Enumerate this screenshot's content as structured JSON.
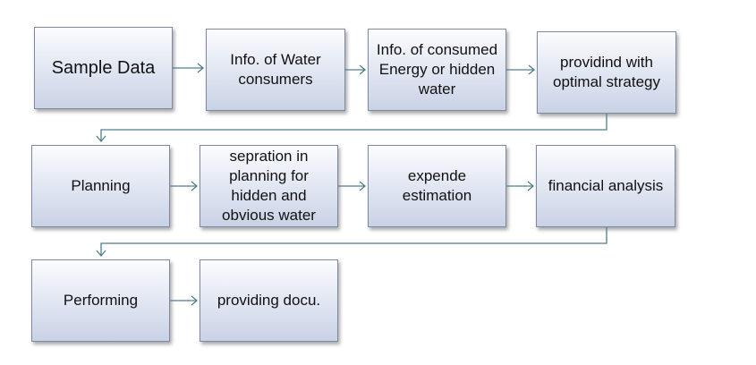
{
  "diagram": {
    "rows": [
      {
        "id": "row1",
        "nodes": [
          {
            "id": "sample-data",
            "label": "Sample Data"
          },
          {
            "id": "water-consumers",
            "label": "Info. of Water consumers"
          },
          {
            "id": "consumed-energy",
            "label": "Info. of consumed Energy or hidden water"
          },
          {
            "id": "optimal-strategy",
            "label": "providind with optimal strategy"
          }
        ]
      },
      {
        "id": "row2",
        "nodes": [
          {
            "id": "planning",
            "label": "Planning"
          },
          {
            "id": "separation",
            "label": "sepration in planning for hidden and obvious water"
          },
          {
            "id": "expense-estimation",
            "label": "expende estimation"
          },
          {
            "id": "financial-analysis",
            "label": "financial analysis"
          }
        ]
      },
      {
        "id": "row3",
        "nodes": [
          {
            "id": "performing",
            "label": "Performing"
          },
          {
            "id": "providing-docu",
            "label": "providing docu."
          }
        ]
      }
    ],
    "edges": [
      [
        "sample-data",
        "water-consumers"
      ],
      [
        "water-consumers",
        "consumed-energy"
      ],
      [
        "consumed-energy",
        "optimal-strategy"
      ],
      [
        "optimal-strategy",
        "planning"
      ],
      [
        "planning",
        "separation"
      ],
      [
        "separation",
        "expense-estimation"
      ],
      [
        "expense-estimation",
        "financial-analysis"
      ],
      [
        "financial-analysis",
        "performing"
      ],
      [
        "performing",
        "providing-docu"
      ]
    ],
    "colors": {
      "box_border": "#7f8aa0",
      "box_fill_top": "#fbfcfe",
      "box_fill_bottom": "#c9d2e6",
      "connector": "#4f7f8c",
      "text": "#111111"
    }
  }
}
